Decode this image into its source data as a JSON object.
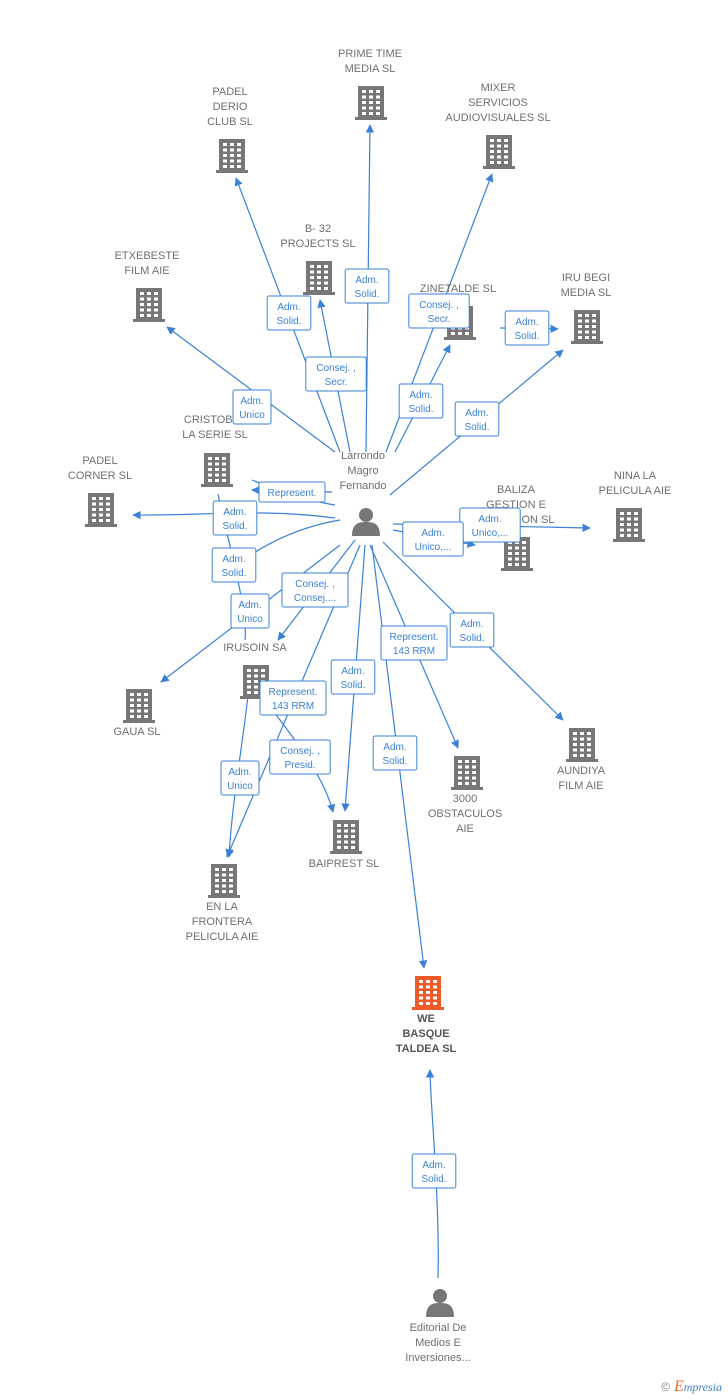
{
  "nodes": [
    {
      "id": "prime",
      "type": "company",
      "lines": [
        "PRIME TIME",
        "MEDIA  SL"
      ]
    },
    {
      "id": "padel_derio",
      "type": "company",
      "lines": [
        "PADEL",
        "DERIO",
        "CLUB SL"
      ]
    },
    {
      "id": "mixer",
      "type": "company",
      "lines": [
        "MIXER",
        "SERVICIOS",
        "AUDIOVISUALES SL"
      ]
    },
    {
      "id": "b32",
      "type": "company",
      "lines": [
        "B- 32",
        "PROJECTS SL"
      ]
    },
    {
      "id": "etxebeste",
      "type": "company",
      "lines": [
        "ETXEBESTE",
        "FILM AIE"
      ]
    },
    {
      "id": "zinetalde",
      "type": "company",
      "lines": [
        "ZINETALDE SL"
      ]
    },
    {
      "id": "iru_begi",
      "type": "company",
      "lines": [
        "IRU BEGI",
        "MEDIA  SL"
      ]
    },
    {
      "id": "cristobal",
      "type": "company",
      "lines": [
        "CRISTOBAL",
        "LA SERIE  SL"
      ]
    },
    {
      "id": "padel_corner",
      "type": "company",
      "lines": [
        "PADEL",
        "CORNER SL"
      ]
    },
    {
      "id": "nina",
      "type": "company",
      "lines": [
        "NINA LA",
        "PELICULA AIE"
      ]
    },
    {
      "id": "baliza",
      "type": "company",
      "lines": [
        "BALIZA",
        "GESTION E",
        "INVERSION  SL"
      ]
    },
    {
      "id": "irusoin",
      "type": "company",
      "lines": [
        "IRUSOIN SA"
      ]
    },
    {
      "id": "gaua",
      "type": "company",
      "lines": [
        "GAUA  SL"
      ]
    },
    {
      "id": "aundiya",
      "type": "company",
      "lines": [
        "AUNDIYA",
        "FILM AIE"
      ]
    },
    {
      "id": "obstaculos",
      "type": "company",
      "lines": [
        "3000",
        "OBSTACULOS",
        "AIE"
      ]
    },
    {
      "id": "baiprest",
      "type": "company",
      "lines": [
        "BAIPREST  SL"
      ]
    },
    {
      "id": "frontera",
      "type": "company",
      "lines": [
        "EN LA",
        "FRONTERA",
        "PELICULA  AIE"
      ]
    },
    {
      "id": "we_basque",
      "type": "focus",
      "lines": [
        "WE",
        "BASQUE",
        "TALDEA  SL"
      ]
    },
    {
      "id": "larrondo",
      "type": "person",
      "lines": [
        "Larrondo",
        "Magro",
        "Fernando"
      ]
    },
    {
      "id": "editorial",
      "type": "person",
      "lines": [
        "Editorial De",
        "Medios E",
        "Inversiones..."
      ]
    }
  ],
  "edges": [
    {
      "from": "larrondo",
      "to": "prime",
      "label": [
        "Adm.",
        "Solid."
      ]
    },
    {
      "from": "larrondo",
      "to": "padel_derio",
      "label": [
        "Adm.",
        "Solid."
      ]
    },
    {
      "from": "larrondo",
      "to": "b32",
      "label": [
        "Consej. ,",
        "Secr."
      ]
    },
    {
      "from": "larrondo",
      "to": "mixer",
      "label": [
        "Consej. ,",
        "Secr."
      ]
    },
    {
      "from": "larrondo",
      "to": "zinetalde",
      "label": [
        "Adm.",
        "Solid."
      ]
    },
    {
      "from": "larrondo",
      "to": "iru_begi",
      "label": [
        "Adm.",
        "Solid."
      ]
    },
    {
      "from": "larrondo",
      "to": "iru_begi",
      "label": [
        "Adm.",
        "Solid."
      ]
    },
    {
      "from": "larrondo",
      "to": "etxebeste",
      "label": [
        "Adm.",
        "Unico"
      ]
    },
    {
      "from": "larrondo",
      "to": "cristobal",
      "label": [
        "Represent."
      ]
    },
    {
      "from": "larrondo",
      "to": "padel_corner",
      "label": [
        "Adm.",
        "Solid."
      ]
    },
    {
      "from": "larrondo",
      "to": "nina",
      "label": [
        "Adm.",
        "Unico,..."
      ]
    },
    {
      "from": "larrondo",
      "to": "baliza",
      "label": [
        "Adm.",
        "Unico,..."
      ]
    },
    {
      "from": "larrondo",
      "to": "cristobal",
      "label": [
        "Adm.",
        "Solid."
      ]
    },
    {
      "from": "larrondo",
      "to": "irusoin",
      "label": [
        "Consej. ,",
        "Consej...."
      ]
    },
    {
      "from": "larrondo",
      "to": "gaua",
      "label": [
        "Adm.",
        "Unico"
      ]
    },
    {
      "from": "larrondo",
      "to": "aundiya",
      "label": [
        "Adm.",
        "Solid."
      ]
    },
    {
      "from": "larrondo",
      "to": "obstaculos",
      "label": [
        "Represent.",
        "143 RRM"
      ]
    },
    {
      "from": "larrondo",
      "to": "baiprest",
      "label": [
        "Adm.",
        "Solid."
      ]
    },
    {
      "from": "larrondo",
      "to": "frontera",
      "label": [
        "Represent.",
        "143 RRM"
      ]
    },
    {
      "from": "larrondo",
      "to": "baiprest",
      "label": [
        "Consej. ,",
        "Presid."
      ]
    },
    {
      "from": "larrondo",
      "to": "frontera",
      "label": [
        "Adm.",
        "Unico"
      ]
    },
    {
      "from": "larrondo",
      "to": "we_basque",
      "label": [
        "Adm.",
        "Solid."
      ]
    },
    {
      "from": "editorial",
      "to": "we_basque",
      "label": [
        "Adm.",
        "Solid."
      ]
    }
  ],
  "colors": {
    "edge": "#3b82d6",
    "company_icon": "#777777",
    "focus_icon": "#f05a28",
    "person_icon": "#777777",
    "label_text": "#6f6f6f"
  },
  "footer": {
    "copyright": "©",
    "brand_initial": "E",
    "brand_rest": "mpresia"
  }
}
